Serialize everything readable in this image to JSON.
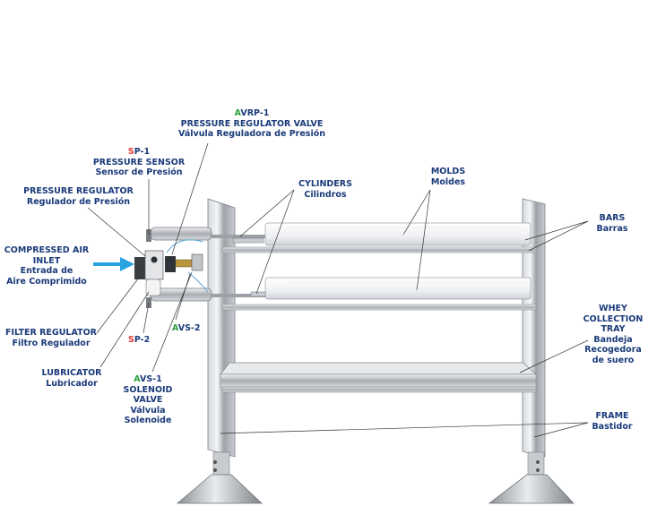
{
  "labels": {
    "avrp1": {
      "prefix": "A",
      "code": "VRP-1",
      "en": "PRESSURE REGULATOR VALVE",
      "es": "Válvula Reguladora de Presión"
    },
    "sp1": {
      "prefix": "S",
      "code": "P-1",
      "en": "PRESSURE SENSOR",
      "es": "Sensor de Presión"
    },
    "pressure_regulator": {
      "en": "PRESSURE REGULATOR",
      "es": "Regulador de Presión"
    },
    "compressed_air": {
      "en1": "COMPRESSED AIR",
      "en2": "INLET",
      "es1": "Entrada de",
      "es2": "Aire Comprimido"
    },
    "filter_regulator": {
      "en": "FILTER REGULATOR",
      "es": "Filtro Regulador"
    },
    "sp2": {
      "prefix": "S",
      "code": "P-2"
    },
    "lubricator": {
      "en": "LUBRICATOR",
      "es": "Lubricador"
    },
    "avs1": {
      "prefix": "A",
      "code": "VS-1",
      "en1": "SOLENOID",
      "en2": "VALVE",
      "es1": "Válvula",
      "es2": "Solenoide"
    },
    "avs2": {
      "prefix": "A",
      "code": "VS-2"
    },
    "cylinders": {
      "en": "CYLINDERS",
      "es": "Cilindros"
    },
    "molds": {
      "en": "MOLDS",
      "es": "Moldes"
    },
    "bars": {
      "en": "BARS",
      "es": "Barras"
    },
    "whey": {
      "en1": "WHEY",
      "en2": "COLLECTION",
      "en3": "TRAY",
      "es1": "Bandeja",
      "es2": "Recogedora",
      "es3": "de suero"
    },
    "frame": {
      "en": "FRAME",
      "es": "Bastidor"
    }
  },
  "colors": {
    "label": "#1a3a7a",
    "prefix_red": "#e53935",
    "prefix_green": "#2e9e3e",
    "arrow": "#29a3e0",
    "steel": "#b8bcc2"
  }
}
